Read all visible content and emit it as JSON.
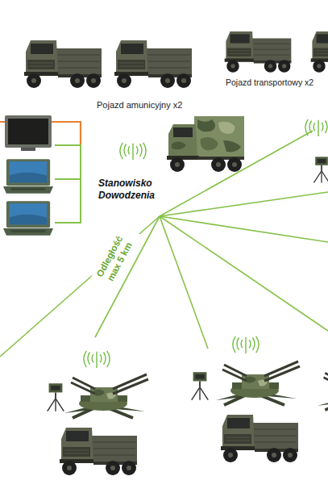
{
  "diagram": {
    "labels": [
      "Pojazd amunicyjny x2",
      "Pojazd transportowy x2",
      "Stanowisko Dowodzenia",
      "Odległość max 5 km"
    ]
  }
}
